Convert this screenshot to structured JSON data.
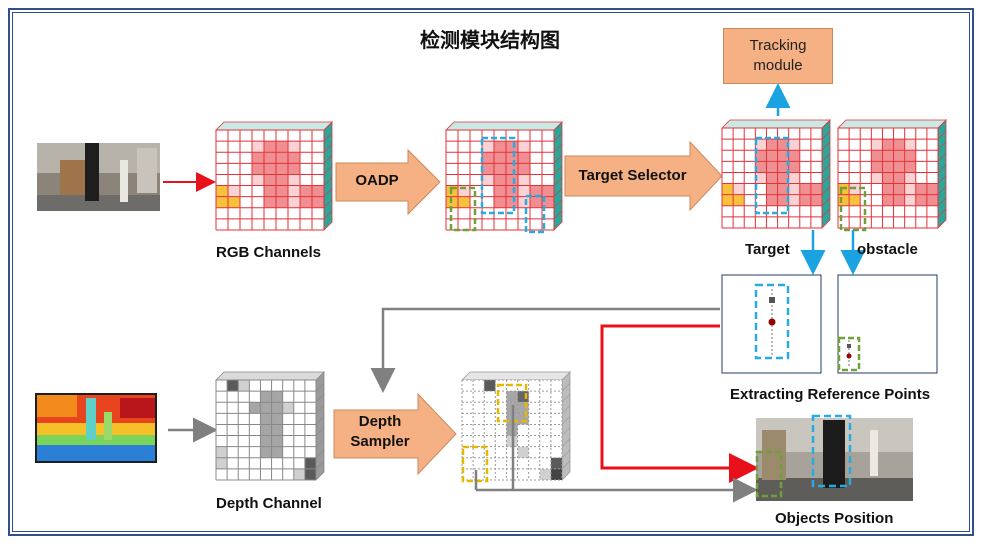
{
  "title": "检测模块结构图",
  "labels": {
    "rgb_channels": "RGB Channels",
    "depth_channel": "Depth Channel",
    "target": "Target",
    "obstacle": "obstacle",
    "extracting": "Extracting Reference Points",
    "objects_position": "Objects Position"
  },
  "arrows": {
    "oadp": "OADP",
    "target_selector": "Target Selector",
    "depth_sampler_line1": "Depth",
    "depth_sampler_line2": "Sampler"
  },
  "tracking": {
    "line1": "Tracking",
    "line2": "module"
  },
  "colors": {
    "grid_red": "#e4323a",
    "cell_pink": "#f08f92",
    "cell_light": "#f9d3d4",
    "cell_yellow": "#f6c23e",
    "side_teal": "#2aa79b",
    "arrow_fill": "#f5b183",
    "blue_dash": "#29abe2",
    "green_dash": "#70a03a",
    "red_line": "#e8101a",
    "gray_line": "#808080"
  }
}
